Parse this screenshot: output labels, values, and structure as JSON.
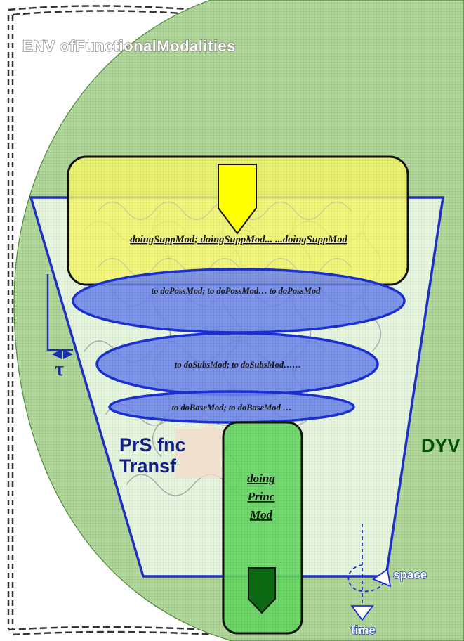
{
  "env_title": "ENV ofFunctionalModalities",
  "supp_label": "doingSuppMod; doingSuppMod... ...doingSuppMod",
  "poss_label": "to doPossMod; to doPossMod… to doPossMod",
  "subs_label": "to doSubsMod; to doSubsMod……",
  "base_label": "to doBaseMod; to doBaseMod …",
  "princ_label": [
    "doing",
    "Princ",
    "Mod"
  ],
  "prs_label": [
    "PrS fnc",
    "Transf"
  ],
  "dyn_label": "DYV",
  "tau_label": "τ",
  "space_label": "space",
  "time_label": "time",
  "colors": {
    "env_green": "#b9d9a6",
    "funnel_fill": "#e9f3e4",
    "funnel_stroke": "#1f2fc4",
    "supp_fill": "#f2f47a",
    "ellipse_fill": "#6f86e8",
    "ellipse_stroke": "#1a2fd0",
    "princ_fill": "#63d35e",
    "arrow_yellow": "#ffff00",
    "arrow_green": "#0b6a12"
  }
}
